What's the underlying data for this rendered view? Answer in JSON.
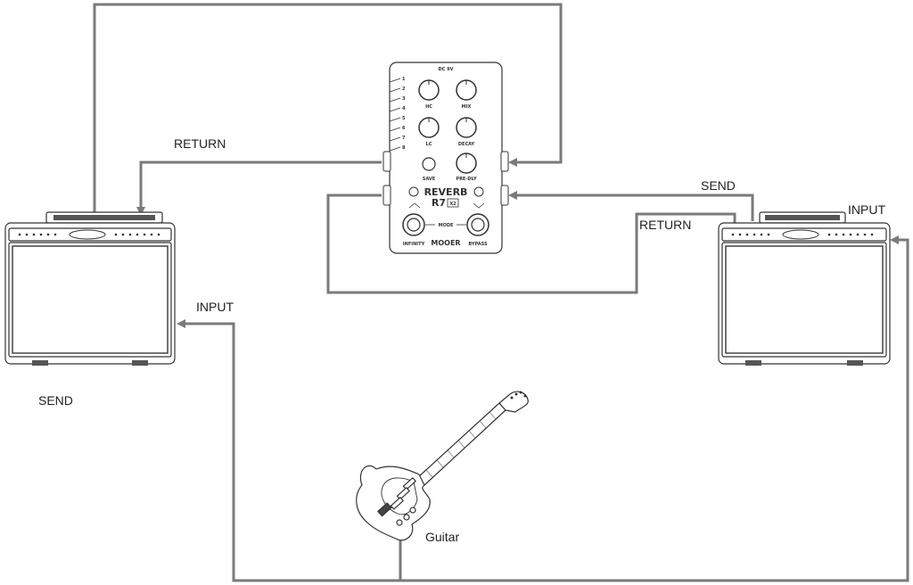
{
  "labels": {
    "return_left": "RETURN",
    "input_left": "INPUT",
    "send_left": "SEND",
    "send_right": "SEND",
    "return_right": "RETURN",
    "input_right": "INPUT",
    "guitar": "Guitar"
  },
  "pedal": {
    "power": "DC 9V",
    "knobs": [
      "HC",
      "MIX",
      "LC",
      "DECAY",
      "PRE-DLY"
    ],
    "save": "SAVE",
    "title_line1": "REVERB",
    "title_line2": "R7",
    "badge": "X2",
    "mode": "MODE",
    "footswitch_left": "INFINITY",
    "footswitch_right": "BYPASS",
    "brand": "MOOER",
    "presets": [
      "1",
      "2",
      "3",
      "4",
      "5",
      "6",
      "7",
      "8"
    ]
  },
  "colors": {
    "cable": "#7a7a7a",
    "outline": "#333333"
  }
}
